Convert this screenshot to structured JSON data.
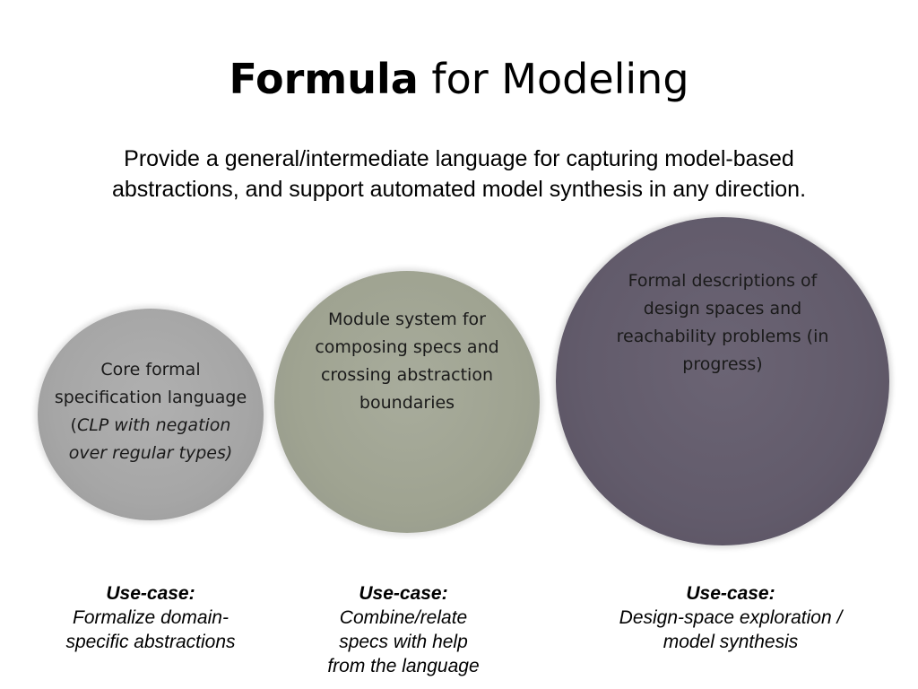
{
  "title": {
    "bold": "Formula",
    "rest": " for Modeling"
  },
  "subtitle": {
    "line1": "Provide a general/intermediate language for capturing model-based",
    "line2": "abstractions, and support automated model synthesis in any direction."
  },
  "circles": [
    {
      "line1": "Core formal",
      "line2": "specification language",
      "line3_prefix": "(",
      "line3_italic": "CLP with negation",
      "line4_italic": "over regular types)",
      "color": "#a6a6a6"
    },
    {
      "line1": "Module system for",
      "line2": "composing specs and",
      "line3": "crossing abstraction",
      "line4": "boundaries",
      "color": "#9fa391"
    },
    {
      "line1": "Formal descriptions of",
      "line2": "design spaces and",
      "line3": "reachability problems (in",
      "line4": "progress)",
      "color": "#625b6b"
    }
  ],
  "usecases": [
    {
      "label": "Use-case:",
      "line1": "Formalize domain-",
      "line2": "specific abstractions"
    },
    {
      "label": "Use-case:",
      "line1": "Combine/relate",
      "line2": "specs with help",
      "line3": "from the language"
    },
    {
      "label": "Use-case:",
      "line1": "Design-space exploration /",
      "line2": "model synthesis"
    }
  ]
}
